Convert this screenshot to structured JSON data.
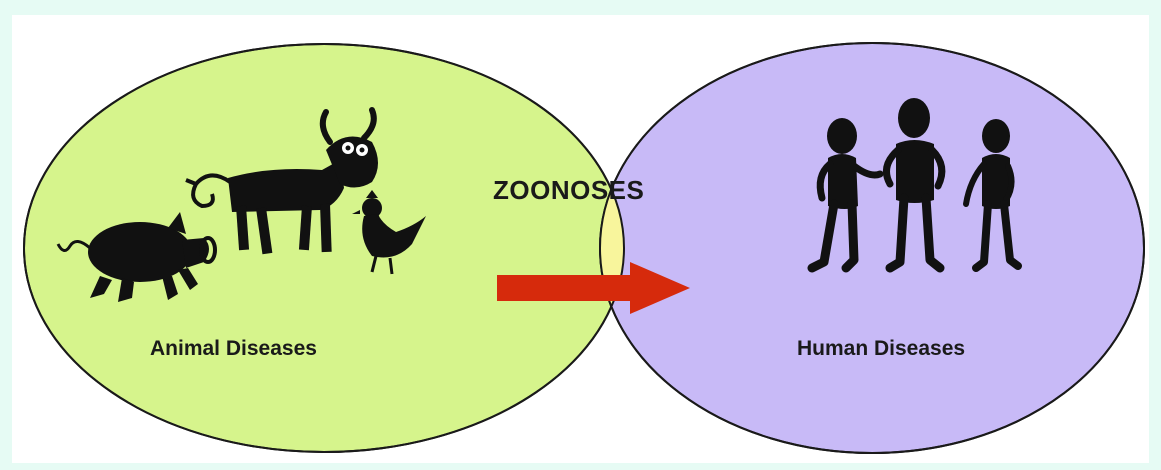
{
  "diagram": {
    "left_set_label": "Animal Diseases",
    "right_set_label": "Human Diseases",
    "overlap_label": "ZOONOSES",
    "colors": {
      "left_fill": "#d6f48c",
      "right_fill": "#c8baf7",
      "overlap_fill": "#f8f59c",
      "arrow": "#d62a0c",
      "outline": "#1a1a1a"
    },
    "icons": {
      "left": [
        "pig-icon",
        "cow-icon",
        "chicken-icon"
      ],
      "right": [
        "person-icon",
        "person-icon",
        "person-icon"
      ],
      "overlap": "arrow-right-icon"
    }
  }
}
